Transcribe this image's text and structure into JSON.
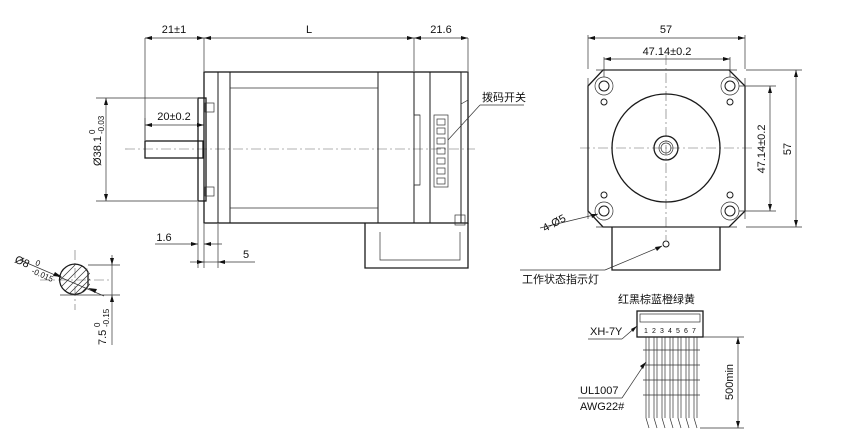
{
  "side_view": {
    "dim_shaft_len": "21±1",
    "dim_body_len": "L",
    "dim_driver_len": "21.6",
    "dim_pilot_len": "20±0.2",
    "dim_pilot_dia": "Ø38.1",
    "dim_pilot_dia_tol_upper": "0",
    "dim_pilot_dia_tol_lower": "-0.03",
    "dim_flange_thk": "1.6",
    "dim_boss": "5",
    "dip_switch_label": "拨码开关"
  },
  "shaft_section": {
    "dim_shaft_dia": "Ø8",
    "dim_shaft_dia_tol_upper": "0",
    "dim_shaft_dia_tol_lower": "-0.015",
    "dim_flat": "7.5",
    "dim_flat_tol_upper": "0",
    "dim_flat_tol_lower": "-0.15"
  },
  "front_view": {
    "dim_flange_width": "57",
    "dim_hole_spacing_h": "47.14±0.2",
    "dim_hole_spacing_v": "47.14±0.2",
    "dim_flange_height": "57",
    "dim_mount_holes": "4-Ø5",
    "status_led_label": "工作状态指示灯"
  },
  "connector": {
    "wire_colors_label": "红黑棕蓝橙绿黄",
    "pin_numbers": [
      "1",
      "2",
      "3",
      "4",
      "5",
      "6",
      "7"
    ],
    "connector_type": "XH-7Y",
    "wire_type": "UL1007",
    "wire_gauge": "AWG22#",
    "lead_length": "500min"
  }
}
